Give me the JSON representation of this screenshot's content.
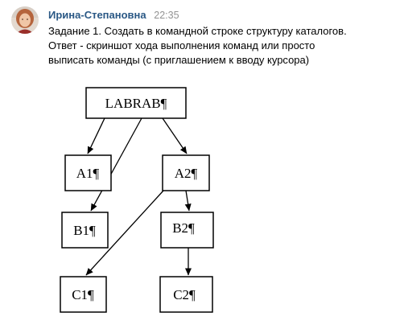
{
  "author": {
    "name": "Ирина-Степановна",
    "time": "22:35"
  },
  "message": {
    "line1": "Задание 1. Создать в командной строке структуру каталогов.",
    "line2": "Ответ - скриншот хода выполнения команд или просто",
    "line3": "выписать команды (с приглашением к вводу курсора)"
  },
  "diagram": {
    "root": "LABRAB¶",
    "a1": "A1¶",
    "a2": "A2¶",
    "b1": "B1¶",
    "b2": "B2¶",
    "c1": "C1¶",
    "c2": "C2¶"
  },
  "colors": {
    "author": "#2a5885",
    "time": "#939393",
    "text": "#000000"
  }
}
